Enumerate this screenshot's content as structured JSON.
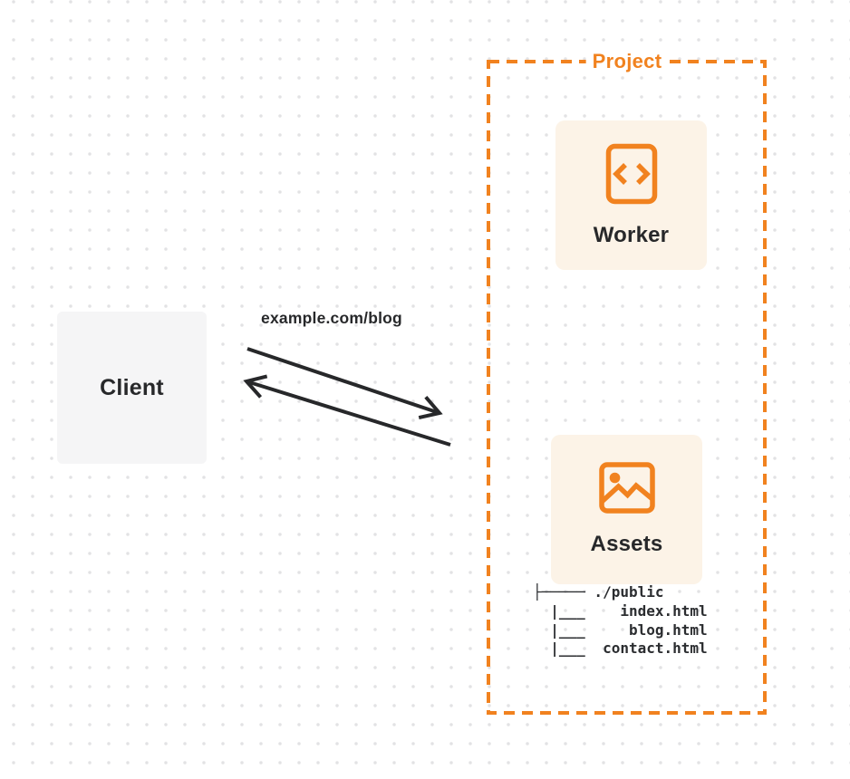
{
  "colors": {
    "orange": "#F1821F",
    "ink": "#27282A",
    "card_bg": "#FCF3E7",
    "client_bg": "#F5F5F6",
    "dot": "#E2E2E4"
  },
  "client": {
    "label": "Client"
  },
  "request": {
    "url_label": "example.com/blog"
  },
  "project": {
    "label": "Project",
    "worker": {
      "label": "Worker",
      "icon": "code-file-icon"
    },
    "assets": {
      "label": "Assets",
      "icon": "image-icon",
      "file_tree": "├───── ./public\n  |___    index.html\n  |___     blog.html\n  |___  contact.html"
    }
  }
}
